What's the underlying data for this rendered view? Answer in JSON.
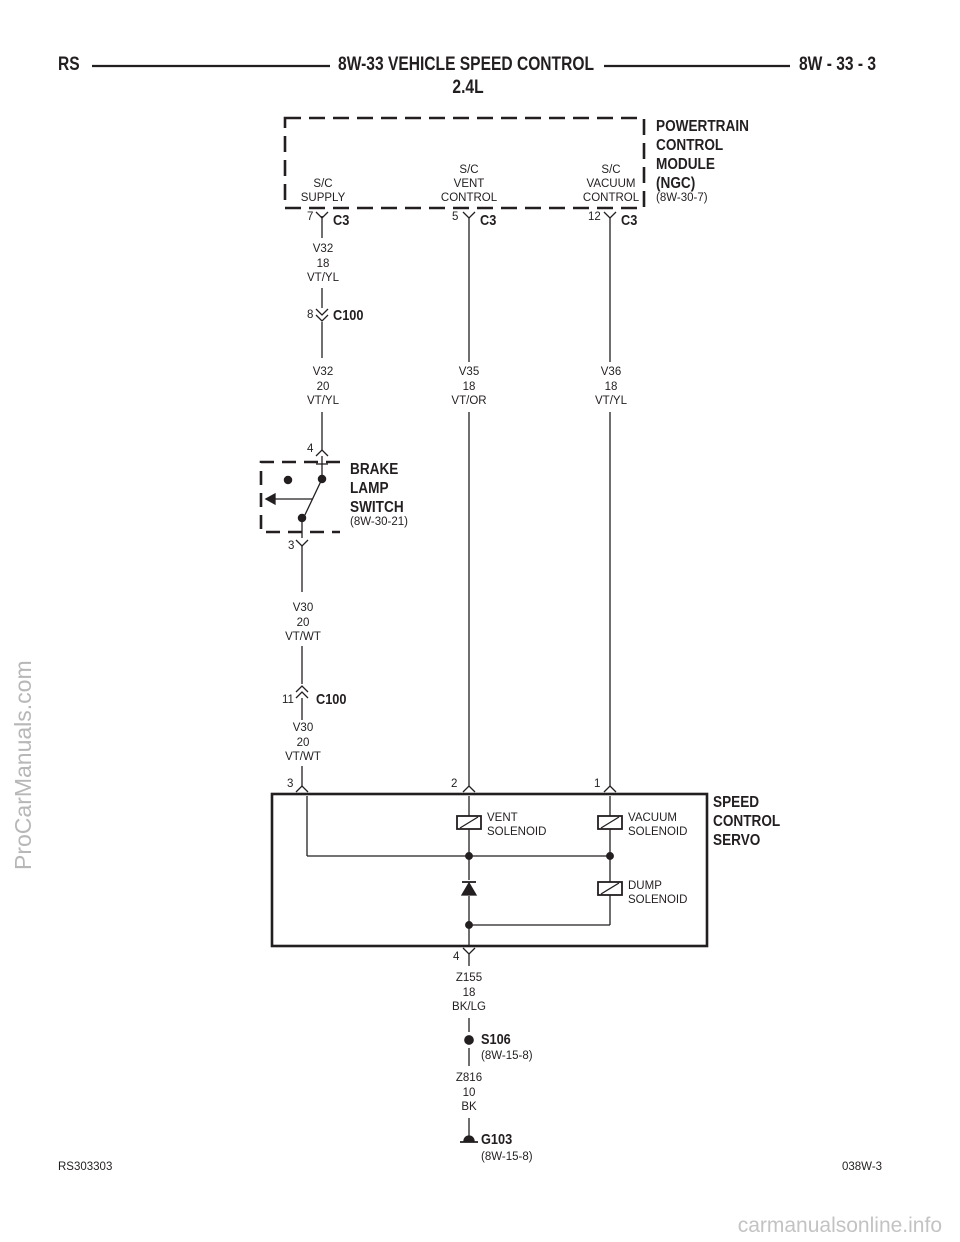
{
  "header": {
    "left": "RS",
    "title": "8W-33 VEHICLE SPEED CONTROL",
    "right": "8W - 33 - 3",
    "subtitle": "2.4L"
  },
  "pcm": {
    "name_lines": [
      "POWERTRAIN",
      "CONTROL",
      "MODULE",
      "(NGC)"
    ],
    "ref": "(8W-30-7)",
    "pins": [
      {
        "label_lines": [
          "S/C",
          "SUPPLY"
        ],
        "pin": "7",
        "connector": "C3"
      },
      {
        "label_lines": [
          "S/C",
          "VENT",
          "CONTROL"
        ],
        "pin": "5",
        "connector": "C3"
      },
      {
        "label_lines": [
          "S/C",
          "VACUUM",
          "CONTROL"
        ],
        "pin": "12",
        "connector": "C3"
      }
    ]
  },
  "wires": {
    "v32_upper": [
      "V32",
      "18",
      "VT/YL"
    ],
    "v32_lower": [
      "V32",
      "20",
      "VT/YL"
    ],
    "v35": [
      "V35",
      "18",
      "VT/OR"
    ],
    "v36": [
      "V36",
      "18",
      "VT/YL"
    ],
    "v30_upper": [
      "V30",
      "20",
      "VT/WT"
    ],
    "v30_lower": [
      "V30",
      "20",
      "VT/WT"
    ],
    "z155": [
      "Z155",
      "18",
      "BK/LG"
    ],
    "z816": [
      "Z816",
      "10",
      "BK"
    ]
  },
  "c100_upper": {
    "pin": "8",
    "name": "C100"
  },
  "c100_lower": {
    "pin": "11",
    "name": "C100"
  },
  "brake_switch": {
    "name_lines": [
      "BRAKE",
      "LAMP",
      "SWITCH"
    ],
    "ref": "(8W-30-21)",
    "pin_top": "4",
    "pin_bottom": "3"
  },
  "servo": {
    "name_lines": [
      "SPEED",
      "CONTROL",
      "SERVO"
    ],
    "pins": {
      "p3": "3",
      "p2": "2",
      "p1": "1",
      "p4": "4"
    },
    "vent_solenoid": [
      "VENT",
      "SOLENOID"
    ],
    "vacuum_solenoid": [
      "VACUUM",
      "SOLENOID"
    ],
    "dump_solenoid": [
      "DUMP",
      "SOLENOID"
    ]
  },
  "splice": {
    "name": "S106",
    "ref": "(8W-15-8)"
  },
  "ground": {
    "name": "G103",
    "ref": "(8W-15-8)"
  },
  "footer": {
    "left": "RS303303",
    "right": "038W-3"
  },
  "watermarks": {
    "side": "ProCarManuals.com",
    "bottom": "carmanualsonline.info"
  }
}
